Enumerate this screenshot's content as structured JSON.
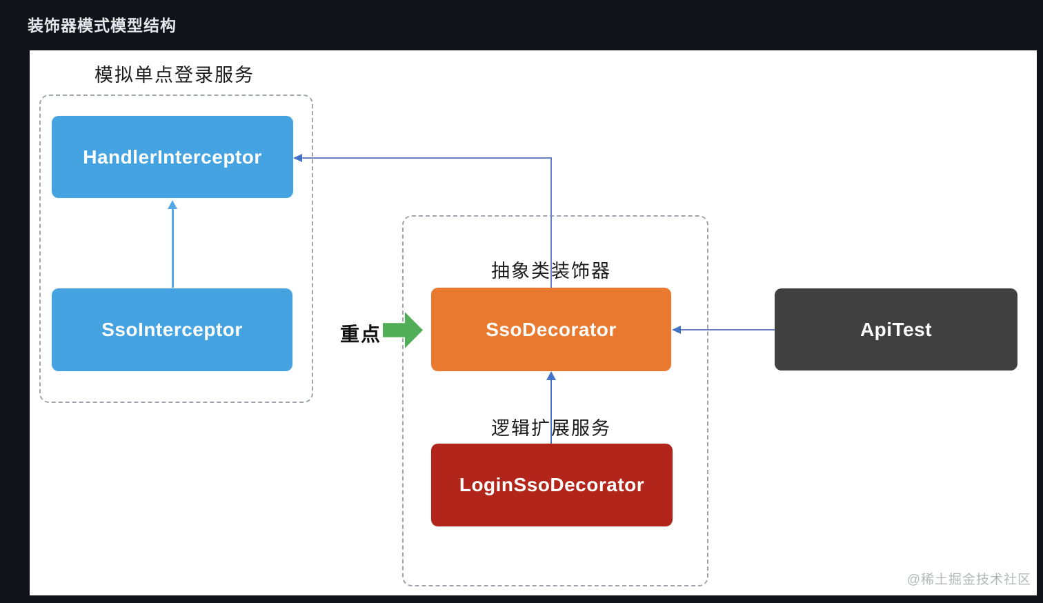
{
  "window": {
    "title": "装饰器模式模型结构",
    "background_color": "#10141a",
    "watermark": "@稀土掘金技术社区"
  },
  "diagram": {
    "groups": {
      "sso_service": {
        "label": "模拟单点登录服务"
      },
      "decorator": {
        "label": "抽象类装饰器",
        "sub_label": "逻辑扩展服务"
      }
    },
    "nodes": {
      "handler_interceptor": {
        "label": "HandlerInterceptor",
        "color": "#45a3e2"
      },
      "sso_interceptor": {
        "label": "SsoInterceptor",
        "color": "#45a3e2"
      },
      "sso_decorator": {
        "label": "SsoDecorator",
        "color": "#e8792e"
      },
      "login_sso_decorator": {
        "label": "LoginSsoDecorator",
        "color": "#b1251a"
      },
      "api_test": {
        "label": "ApiTest",
        "color": "#404040"
      }
    },
    "emphasis": {
      "label": "重点",
      "arrow_color": "#4fae57"
    },
    "edges": [
      {
        "from": "SsoInterceptor",
        "to": "HandlerInterceptor",
        "color": "#55a8e8"
      },
      {
        "from": "SsoDecorator",
        "to": "HandlerInterceptor",
        "color": "#6c7fc6"
      },
      {
        "from": "ApiTest",
        "to": "SsoDecorator",
        "color": "#6c7fc6"
      },
      {
        "from": "LoginSsoDecorator",
        "to": "SsoDecorator",
        "color": "#4472c4"
      }
    ]
  }
}
